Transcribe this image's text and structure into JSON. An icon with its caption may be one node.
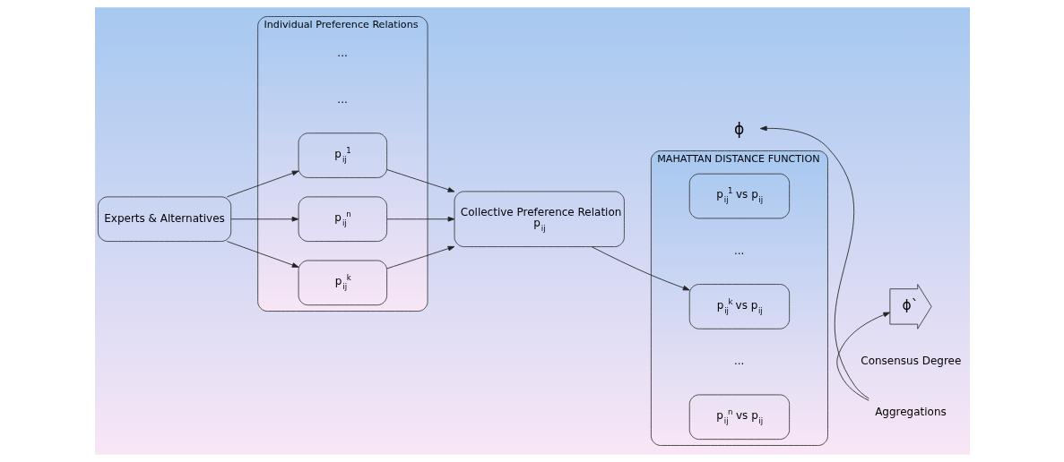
{
  "diagram": {
    "nodes": [
      {
        "text": [
          "Experts & Alternatives"
        ]
      },
      {
        "text": [
          "Individual Preference Relations"
        ]
      },
      {
        "text": [
          "p$_{ij}$$^{1}$"
        ],
        "in": 1
      },
      {
        "text": [
          "p$_{ij}$$^{k}$"
        ],
        "in": 1
      },
      {
        "text": [
          "p$_{ij}$$^{n}$"
        ],
        "in": 1
      },
      {
        "text": [
          "Collective Preference Relation",
          "p$_{ij}$"
        ]
      },
      {
        "text": [
          "ϕ"
        ]
      },
      {
        "text": [
          "MAHATTAN DISTANCE FUNCTION"
        ]
      },
      {
        "text": [
          "p$_{ij}$$^{1}$ vs p$_{ij}$"
        ],
        "in": 7
      },
      {
        "text": [
          "p$_{ij}$$^{k}$ vs p$_{ij}$"
        ],
        "in": 7
      },
      {
        "text": [
          "p$_{ij}$$^{n}$ vs p$_{ij}$"
        ],
        "in": 7
      },
      {
        "text": [
          "ϕ`"
        ],
        "beside": [
          "Consensus Degree"
        ]
      },
      {
        "text": [
          "Aggregations"
        ]
      }
    ],
    "edges": [
      {
        "from": 0,
        "to": 2,
        "arrow": "to"
      },
      {
        "from": 0,
        "to": 3,
        "arrow": "to"
      },
      {
        "from": 0,
        "to": 4,
        "arrow": "to"
      },
      {
        "from": 2,
        "to": 5,
        "arrow": "to"
      },
      {
        "from": 3,
        "to": 5,
        "arrow": "to"
      },
      {
        "from": 4,
        "to": 5,
        "arrow": "to"
      },
      {
        "from": 5,
        "to": 9,
        "arrow": "to"
      },
      {
        "from": 12,
        "to": 6,
        "arrow": "to"
      },
      {
        "from": 12,
        "to": 11,
        "arrow": "to"
      }
    ],
    "labels": [
      "...",
      "...",
      "...",
      "..."
    ]
  }
}
